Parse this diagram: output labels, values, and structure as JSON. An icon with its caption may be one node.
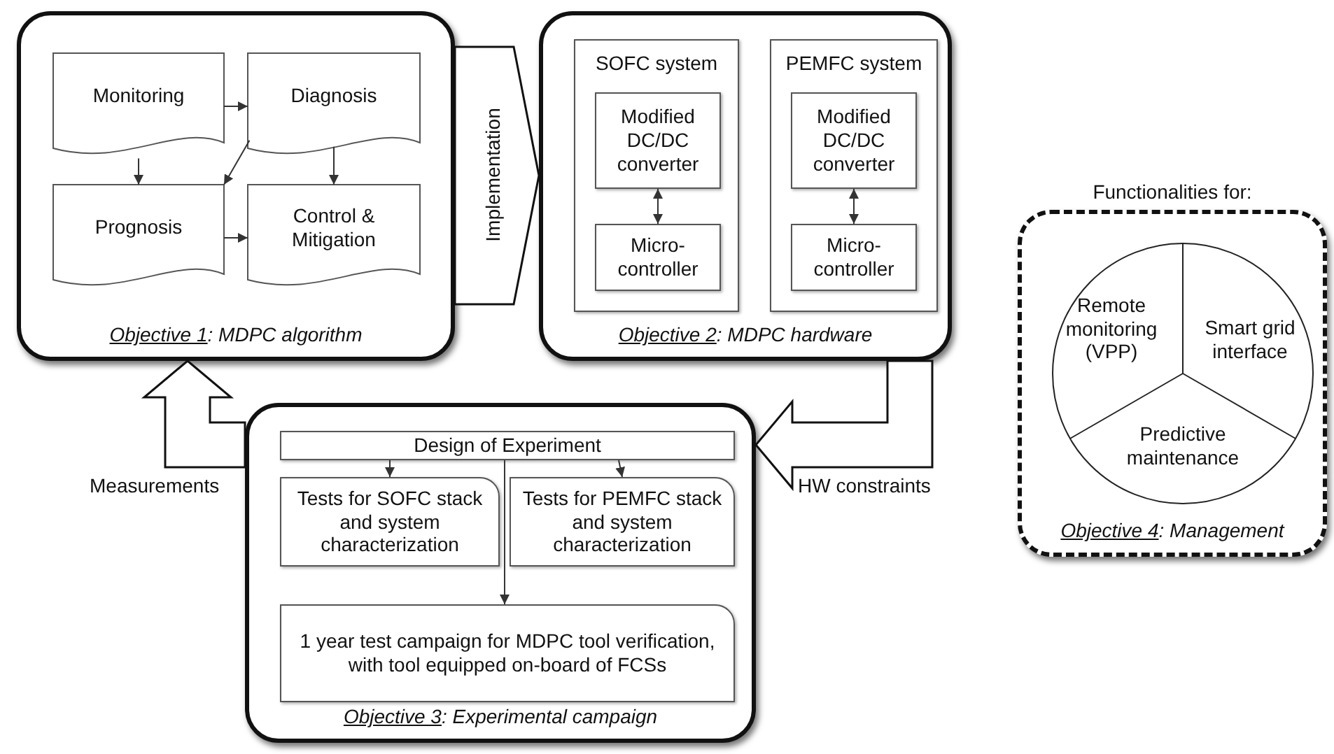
{
  "diagram": {
    "nodes": [
      {
        "text": [
          "Objective 1: MDPC algorithm"
        ]
      },
      {
        "text": [
          "Monitoring"
        ],
        "in": 0
      },
      {
        "text": [
          "Diagnosis"
        ],
        "in": 0
      },
      {
        "text": [
          "Prognosis"
        ],
        "in": 0
      },
      {
        "text": [
          "Control & Mitigation"
        ],
        "in": 0
      },
      {
        "text": [
          "Objective 2: MDPC hardware"
        ]
      },
      {
        "text": [
          "SOFC system"
        ],
        "in": 5
      },
      {
        "text": [
          "Modified DC/DC converter"
        ],
        "in": 6
      },
      {
        "text": [
          "Micro-controller"
        ],
        "in": 6
      },
      {
        "text": [
          "PEMFC system"
        ],
        "in": 5
      },
      {
        "text": [
          "Modified DC/DC converter"
        ],
        "in": 9
      },
      {
        "text": [
          "Micro-controller"
        ],
        "in": 9
      },
      {
        "text": [
          "Objective 3: Experimental campaign"
        ]
      },
      {
        "text": [
          "Design of Experiment"
        ],
        "in": 12
      },
      {
        "text": [
          "Tests for SOFC stack and system characterization"
        ],
        "in": 12
      },
      {
        "text": [
          "Tests for PEMFC stack and system characterization"
        ],
        "in": 12
      },
      {
        "text": [
          "1 year test campaign for MDPC tool verification, with tool equipped on-board of FCSs"
        ],
        "in": 12
      },
      {
        "text": [
          "Objective 4: Management"
        ],
        "beside": [
          "Functionalities for:"
        ]
      },
      {
        "text": [
          "Remote monitoring (VPP)"
        ],
        "in": 17
      },
      {
        "text": [
          "Smart grid interface"
        ],
        "in": 17
      },
      {
        "text": [
          "Predictive maintenance"
        ],
        "in": 17
      }
    ],
    "edges": [
      {
        "from": 1,
        "to": 2,
        "arrow": "to"
      },
      {
        "from": 1,
        "to": 3,
        "arrow": "to"
      },
      {
        "from": 2,
        "to": 3,
        "arrow": "to"
      },
      {
        "from": 2,
        "to": 4,
        "arrow": "to"
      },
      {
        "from": 3,
        "to": 4,
        "arrow": "to"
      },
      {
        "from": 7,
        "to": 8,
        "arrow": "both"
      },
      {
        "from": 10,
        "to": 11,
        "arrow": "both"
      },
      {
        "from": 13,
        "to": 14,
        "arrow": "to"
      },
      {
        "from": 13,
        "to": 15,
        "arrow": "to"
      },
      {
        "from": 13,
        "to": 16,
        "arrow": "to"
      },
      {
        "from": 0,
        "to": 5,
        "arrow": "to",
        "label": "Implementation",
        "style": "thick"
      },
      {
        "from": 5,
        "to": 12,
        "arrow": "to",
        "label": "HW constraints",
        "style": "thick"
      },
      {
        "from": 12,
        "to": 0,
        "arrow": "to",
        "label": "Measurements",
        "style": "thick"
      }
    ]
  }
}
